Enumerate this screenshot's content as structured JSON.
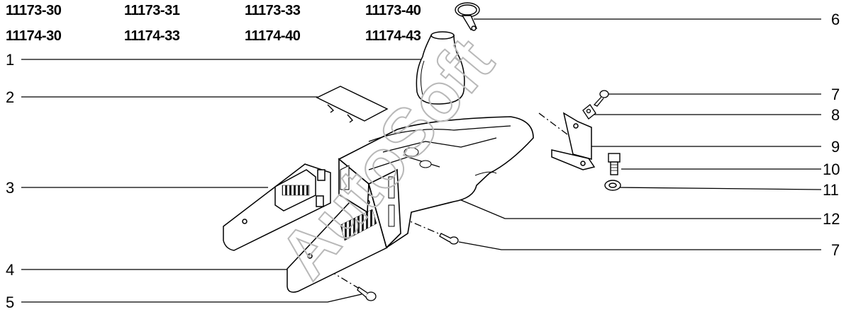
{
  "models": {
    "row1": [
      "11173-30",
      "11173-31",
      "11173-33",
      "11173-40"
    ],
    "row2": [
      "11174-30",
      "11174-33",
      "11174-40",
      "11174-43"
    ]
  },
  "callouts": {
    "left": [
      "1",
      "2",
      "3",
      "4",
      "5"
    ],
    "right": [
      "6",
      "7",
      "8",
      "9",
      "10",
      "11",
      "12",
      "7"
    ]
  },
  "watermark": "AutoSoft"
}
